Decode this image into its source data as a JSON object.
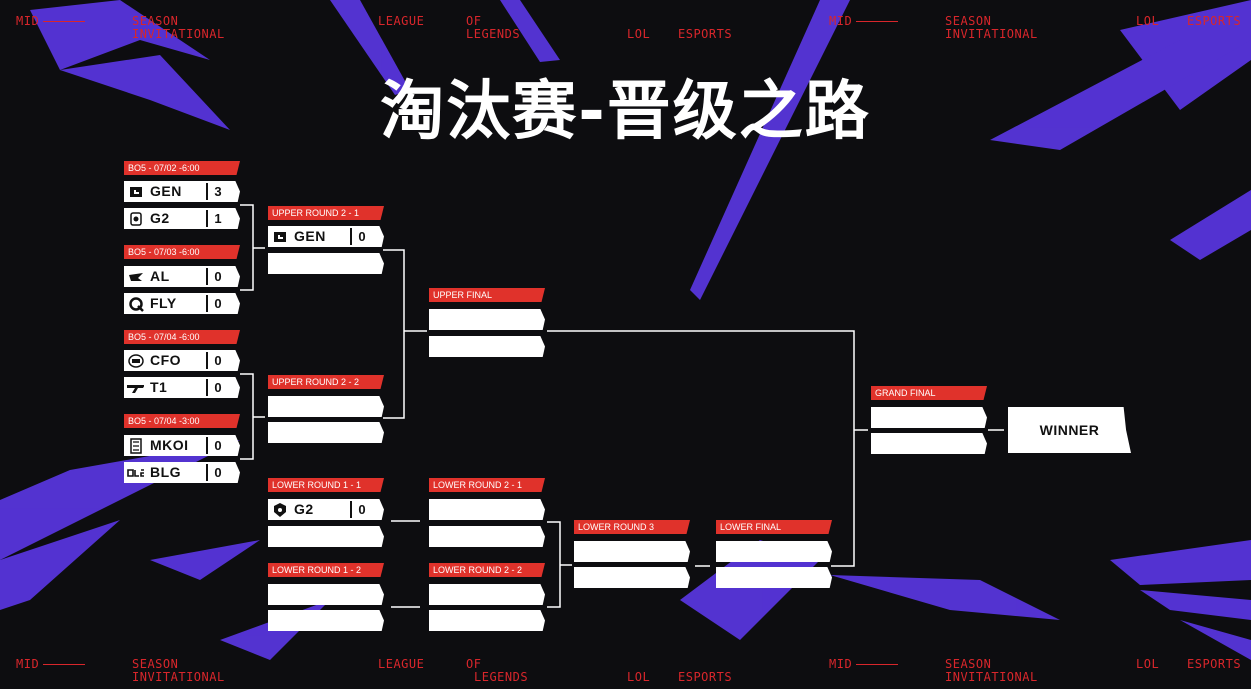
{
  "ticker": {
    "t1": "MID",
    "t2": "SEASON",
    "t2b": "INVITATIONAL",
    "t3": "LEAGUE",
    "t4": "OF",
    "t4b": "LEGENDS",
    "t5": "LOL",
    "t6": "ESPORTS"
  },
  "title": "淘汰赛-晋级之路",
  "round1": {
    "matches": [
      {
        "tag": "BO5 - 07/02 -6:00",
        "a": {
          "name": "GEN",
          "score": "3",
          "icon": "gen-logo-icon"
        },
        "b": {
          "name": "G2",
          "score": "1",
          "icon": "g2-logo-icon"
        }
      },
      {
        "tag": "BO5 - 07/03 -6:00",
        "a": {
          "name": "AL",
          "score": "0",
          "icon": "al-logo-icon"
        },
        "b": {
          "name": "FLY",
          "score": "0",
          "icon": "fly-logo-icon"
        }
      },
      {
        "tag": "BO5 - 07/04 -6:00",
        "a": {
          "name": "CFO",
          "score": "0",
          "icon": "cfo-logo-icon"
        },
        "b": {
          "name": "T1",
          "score": "0",
          "icon": "t1-logo-icon"
        }
      },
      {
        "tag": "BO5 - 07/04 -3:00",
        "a": {
          "name": "MKOI",
          "score": "0",
          "icon": "mkoi-logo-icon"
        },
        "b": {
          "name": "BLG",
          "score": "0",
          "icon": "blg-logo-icon"
        }
      }
    ]
  },
  "upper_round2_1": {
    "tag": "UPPER ROUND 2 - 1",
    "a": {
      "name": "GEN",
      "score": "0"
    }
  },
  "upper_round2_2": {
    "tag": "UPPER ROUND 2 - 2"
  },
  "upper_final": {
    "tag": "UPPER FINAL"
  },
  "lower_round1_1": {
    "tag": "LOWER ROUND 1 - 1",
    "a": {
      "name": "G2",
      "score": "0"
    }
  },
  "lower_round1_2": {
    "tag": "LOWER ROUND 1 - 2"
  },
  "lower_round2_1": {
    "tag": "LOWER ROUND 2 - 1"
  },
  "lower_round2_2": {
    "tag": "LOWER ROUND 2 - 2"
  },
  "lower_round3": {
    "tag": "LOWER ROUND 3"
  },
  "lower_final": {
    "tag": "LOWER  FINAL"
  },
  "grand_final": {
    "tag": "GRAND FINAL"
  },
  "winner": "WINNER",
  "colors": {
    "accent": "#e0322b",
    "purple": "#6a3df0",
    "background": "#0d0d10"
  }
}
